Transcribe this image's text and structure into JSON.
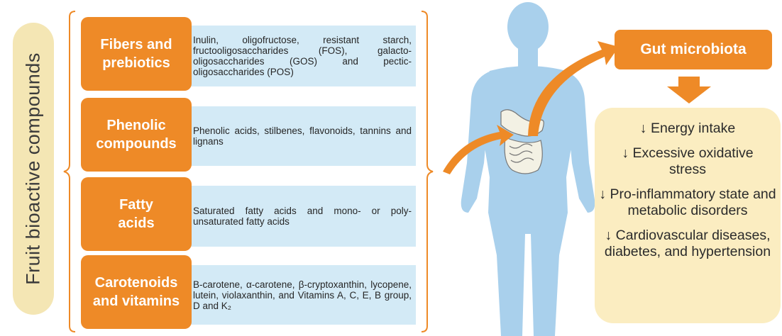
{
  "side_label": "Fruit bioactive compounds",
  "categories": [
    {
      "name": "Fibers and\nprebiotics",
      "description": "Inulin, oligofructose, resistant starch, fructooligosaccharides (FOS), galacto-oligosaccharides (GOS) and pectic-oligosaccharides (POS)"
    },
    {
      "name": "Phenolic\ncompounds",
      "description": "Phenolic acids, stilbenes, flavonoids, tannins and lignans"
    },
    {
      "name": "Fatty\nacids",
      "description": "Saturated fatty acids and mono- or poly-unsaturated fatty acids"
    },
    {
      "name": "Carotenoids\nand vitamins",
      "description": "B-carotene, α-carotene, β-cryptoxanthin, lycopene, lutein, violaxanthin, and Vitamins A, C, E, B group, D and K₂"
    }
  ],
  "gut_microbiota": "Gut microbiota",
  "effects": [
    "↓ Energy intake",
    "↓ Excessive oxidative stress",
    "↓ Pro-inflammatory state and metabolic disorders",
    "↓ Cardiovascular diseases, diabetes, and hypertension"
  ],
  "colors": {
    "orange": "#ee8a27",
    "light_blue": "#d3eaf6",
    "cream": "#fbedc1",
    "body_blue": "#a9d0ec"
  }
}
